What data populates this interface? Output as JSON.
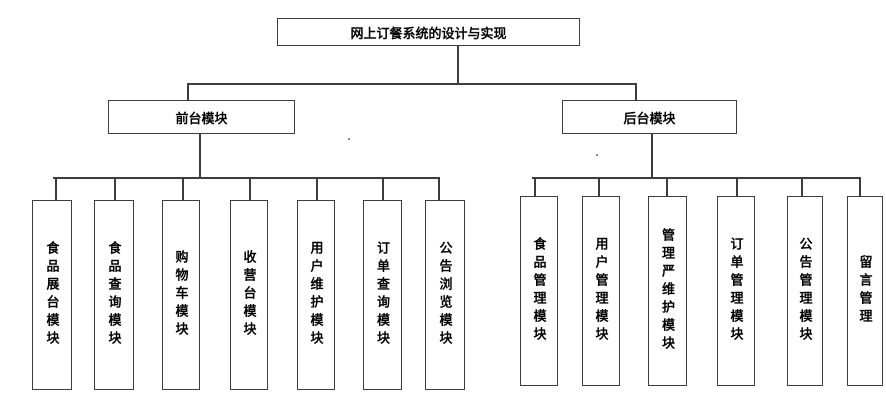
{
  "diagram": {
    "title": "网上订餐系统的设计与实现",
    "front": {
      "label": "前台模块"
    },
    "back": {
      "label": "后台模块"
    },
    "front_modules": [
      "食品展台模块",
      "食品查询模块",
      "购物车模块",
      "收营台模块",
      "用户维护模块",
      "订单查询模块",
      "公告浏览模块"
    ],
    "back_modules": [
      "食品管理模块",
      "用户管理模块",
      "管理严维护模块",
      "订单管理模块",
      "公告管理模块",
      "留言管理"
    ],
    "colors": {
      "line": "#3d3d3d",
      "box_border": "#3d3d3d",
      "background": "#ffffff",
      "text": "#000000"
    }
  }
}
